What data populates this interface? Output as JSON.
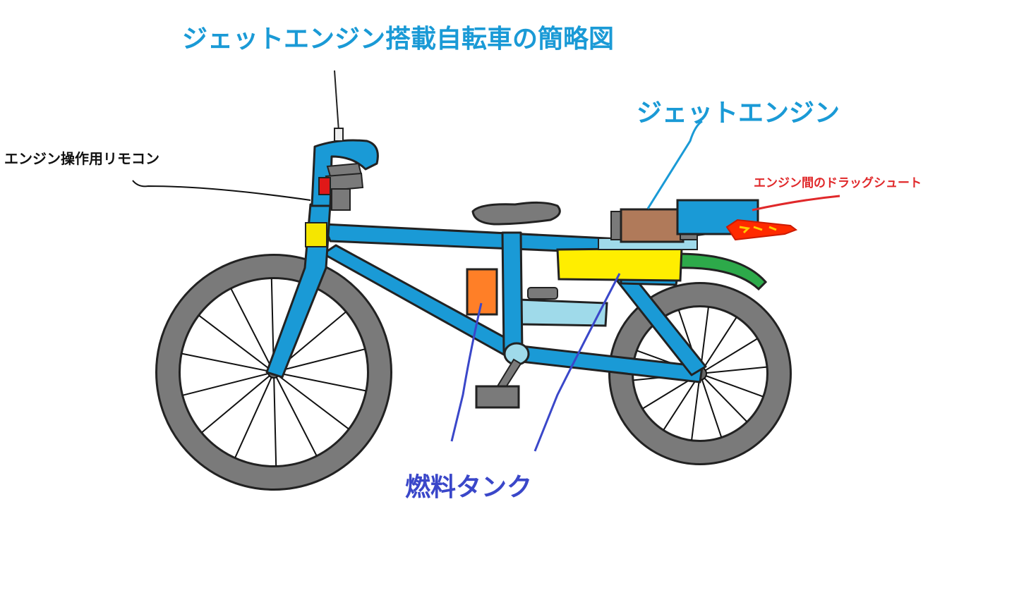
{
  "labels": {
    "title": "ジェットエンジン搭載自転車の簡略図",
    "remote": "エンジン操作用リモコン",
    "engine": "ジェットエンジン",
    "drag_chute": "エンジン間のドラッグシュート",
    "fuel_tank": "燃料タンク"
  },
  "colors": {
    "frame": "#1a9ad6",
    "title_text": "#1a9ad6",
    "remote_text": "#111111",
    "chute_text": "#e0282a",
    "fuel_text": "#3a47c9",
    "tire": "#7a7a7a",
    "fuel_tank_fill": "#ffee00",
    "engine_body": "#b07a5a",
    "engine_housing": "#1a9ad6",
    "fender": "#2daa4a",
    "flame": "#ff2a00",
    "lower_tank": "#9fdaea",
    "bag": "#ff7f27",
    "reflector": "#f5e600",
    "red_light": "#e01818",
    "grey_parts": "#7a7a7a"
  },
  "icons": {
    "front_wheel": "bicycle-front-wheel",
    "rear_wheel": "bicycle-rear-wheel",
    "jet_engine": "jet-engine",
    "drag_chute": "flame-exhaust",
    "remote": "remote-control"
  }
}
